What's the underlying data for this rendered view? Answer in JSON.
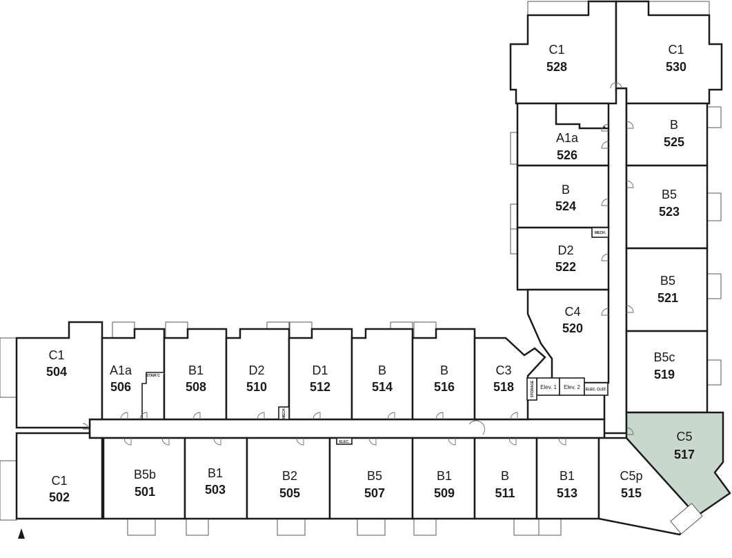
{
  "units": [
    {
      "id": "528",
      "type": "C1"
    },
    {
      "id": "530",
      "type": "C1"
    },
    {
      "id": "526",
      "type": "A1a"
    },
    {
      "id": "525",
      "type": "B"
    },
    {
      "id": "524",
      "type": "B"
    },
    {
      "id": "523",
      "type": "B5"
    },
    {
      "id": "522",
      "type": "D2"
    },
    {
      "id": "521",
      "type": "B5"
    },
    {
      "id": "520",
      "type": "C4"
    },
    {
      "id": "519",
      "type": "B5c"
    },
    {
      "id": "517",
      "type": "C5",
      "highlighted": true
    },
    {
      "id": "504",
      "type": "C1"
    },
    {
      "id": "506",
      "type": "A1a"
    },
    {
      "id": "508",
      "type": "B1"
    },
    {
      "id": "510",
      "type": "D2"
    },
    {
      "id": "512",
      "type": "D1"
    },
    {
      "id": "514",
      "type": "B"
    },
    {
      "id": "516",
      "type": "B"
    },
    {
      "id": "518",
      "type": "C3"
    },
    {
      "id": "502",
      "type": "C1"
    },
    {
      "id": "501",
      "type": "B5b"
    },
    {
      "id": "503",
      "type": "B1"
    },
    {
      "id": "505",
      "type": "B2"
    },
    {
      "id": "507",
      "type": "B5"
    },
    {
      "id": "509",
      "type": "B1"
    },
    {
      "id": "511",
      "type": "B"
    },
    {
      "id": "513",
      "type": "B1"
    },
    {
      "id": "515",
      "type": "C5p"
    }
  ],
  "utility_labels": {
    "elev1": "Elev. 1",
    "elev2": "Elev. 2",
    "elec_clst": "ELEC. CLST.",
    "mech_upper": "MECH.",
    "mech_lower": "MECH.",
    "stair_c": "STAIR C",
    "storage": "STORAGE",
    "elec": "ELEC."
  },
  "colors": {
    "highlight": "#c9d8cc",
    "wall": "#1a1a1a"
  },
  "north_arrow": "north-arrow-icon"
}
